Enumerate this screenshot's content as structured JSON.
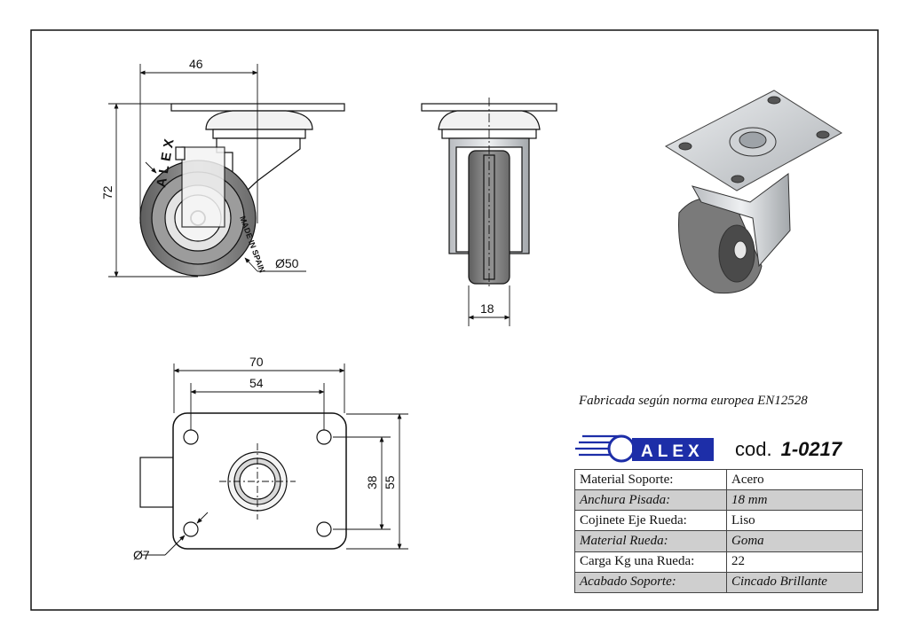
{
  "dimensions": {
    "top_width": "46",
    "height": "72",
    "wheel_diameter": "Ø50",
    "tread_width": "18",
    "plate_width": "70",
    "hole_spacing_x": "54",
    "hole_spacing_y": "38",
    "plate_depth": "55",
    "hole_diameter": "Ø7"
  },
  "wheel_marks": {
    "brand": "ALEX",
    "origin": "MADE IN SPAIN"
  },
  "brand": {
    "logo_text": "ALEX",
    "color": "#1d2ea8"
  },
  "norm_text": "Fabricada según norma europea EN12528",
  "code": {
    "prefix": "cod.",
    "value": "1-0217"
  },
  "specs": [
    {
      "label": "Material Soporte:",
      "value": "Acero"
    },
    {
      "label": "Anchura Pisada:",
      "value": "18 mm"
    },
    {
      "label": "Cojinete Eje Rueda:",
      "value": "Liso"
    },
    {
      "label": "Material Rueda:",
      "value": "Goma"
    },
    {
      "label": "Carga Kg una Rueda:",
      "value": "22"
    },
    {
      "label": "Acabado Soporte:",
      "value": "Cincado Brillante"
    }
  ],
  "colors": {
    "line": "#111111",
    "wheel_gray": "#8a8a8a",
    "plate_silver": "#d4d6d8",
    "table_shade": "#cfcfcf"
  }
}
